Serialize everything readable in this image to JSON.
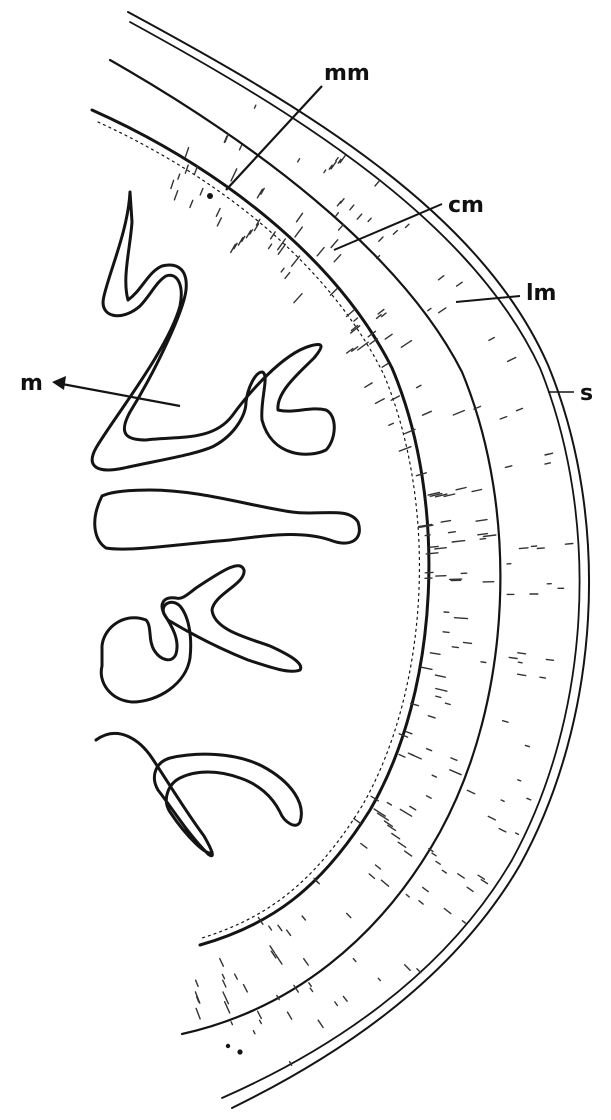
{
  "figure": {
    "labels": {
      "mm": "mm",
      "cm": "cm",
      "lm": "lm",
      "s": "s",
      "m": "m"
    },
    "ink_color": "#141414",
    "background": "#ffffff"
  }
}
